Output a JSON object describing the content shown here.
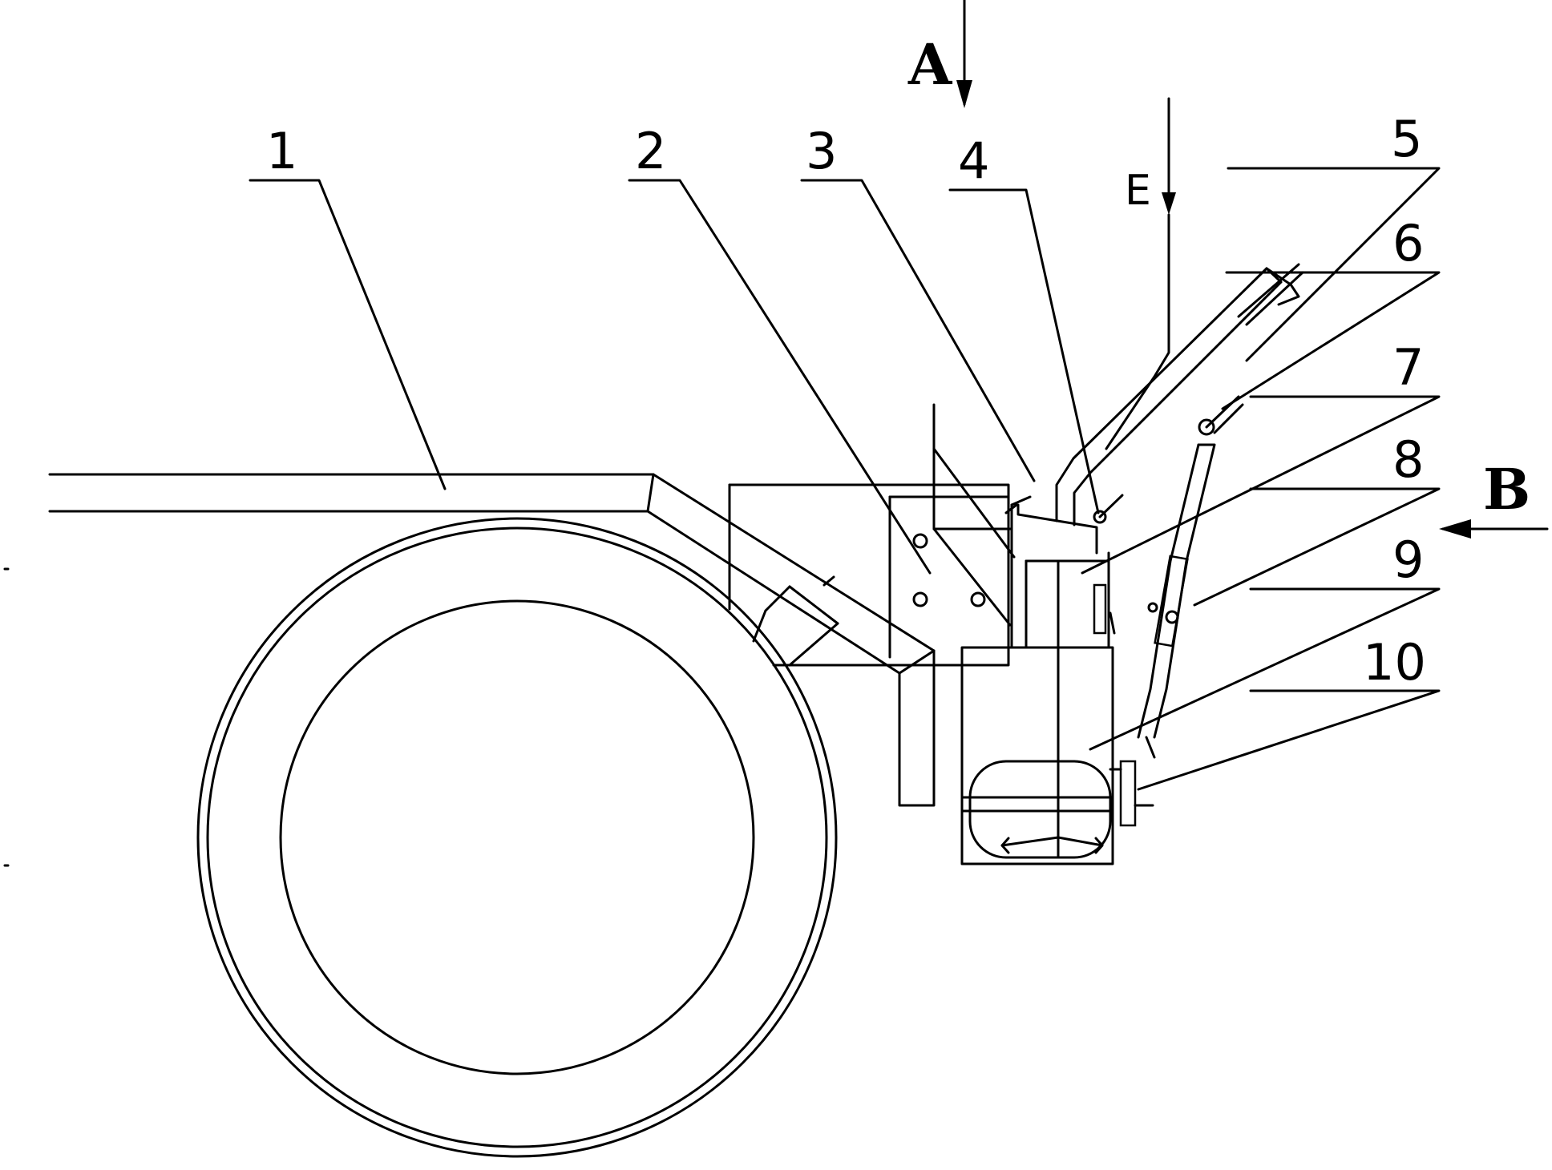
{
  "part_labels": [
    "1",
    "2",
    "3",
    "4",
    "5",
    "6",
    "7",
    "8",
    "9",
    "10"
  ],
  "view_labels": {
    "a": "A",
    "b": "B",
    "e": "E"
  }
}
